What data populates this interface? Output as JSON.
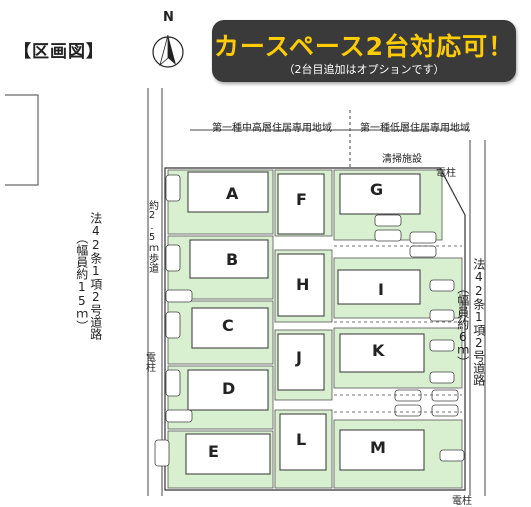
{
  "header": {
    "title": "【区画図】",
    "banner_main": "カースペース2台対応可！",
    "banner_sub": "（2台目追加はオプションです）",
    "compass_letter": "N"
  },
  "zones": {
    "left": "第一種中高層住居専用地域",
    "right": "第一種低層住居専用地域"
  },
  "roads": {
    "left_name": "法42条1項2号道路",
    "left_width": "（幅員約15ｍ）",
    "right_name": "法42条1項2号道路",
    "right_width": "（幅員約6ｍ）",
    "walkway": "約2.5ｍ歩道"
  },
  "notes": {
    "pole_left": "電柱",
    "pole_top": "電柱",
    "pole_bottom": "電柱",
    "facility": "清掃施設"
  },
  "lots": {
    "A": "A",
    "B": "B",
    "C": "C",
    "D": "D",
    "E": "E",
    "F": "F",
    "G": "G",
    "H": "H",
    "I": "I",
    "J": "J",
    "K": "K",
    "L": "L",
    "M": "M"
  },
  "colors": {
    "lot_green": "#d8efd0",
    "banner_bg": "#3a3a3a",
    "banner_text": "#ffcc00",
    "line": "#333333"
  }
}
